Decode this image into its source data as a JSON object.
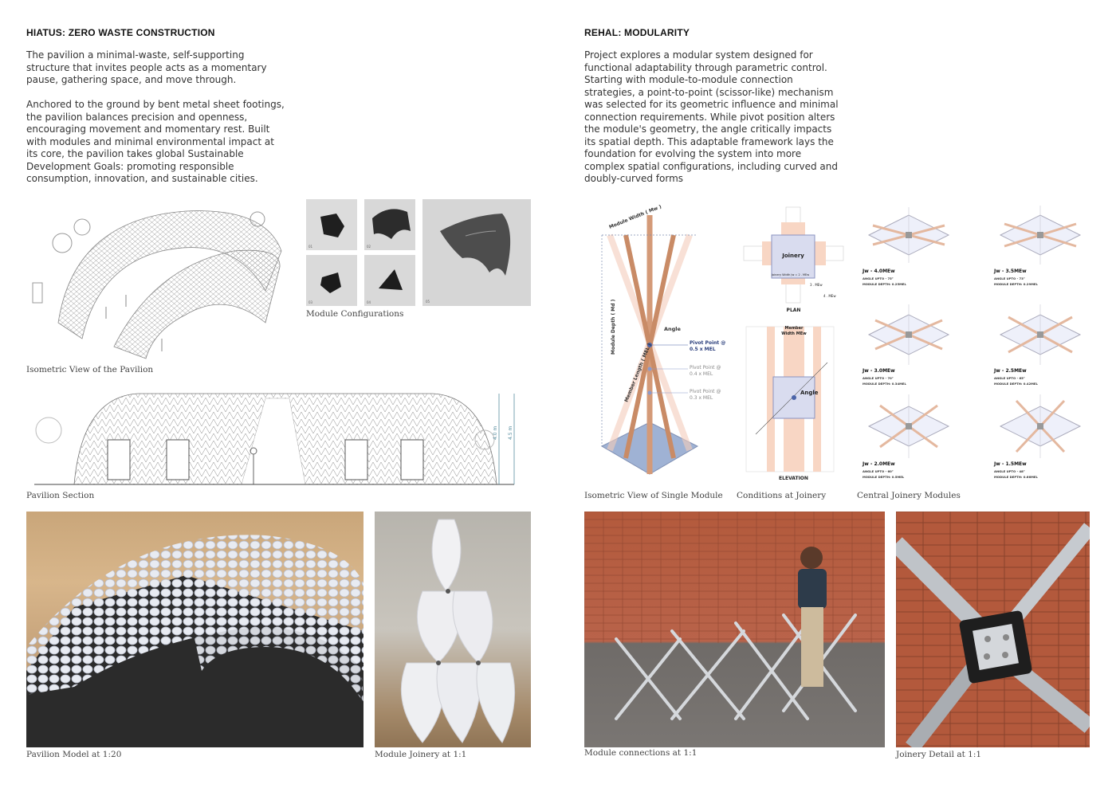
{
  "left": {
    "title": "HIATUS: ZERO WASTE CONSTRUCTION",
    "para1": "The pavilion a minimal-waste, self-supporting structure that invites people acts as a momentary pause, gathering space, and move through.",
    "para2": "Anchored to the ground by bent metal sheet footings, the pavilion balances precision and openness, encouraging movement and momentary rest. Built with modules and minimal environmental impact at its core, the pavilion takes global Sustainable Development Goals: promoting responsible consumption, innovation, and sustainable cities.",
    "captions": {
      "isometric": "Isometric View of the Pavilion",
      "modules": "Module Configurations",
      "section": "Pavilion Section",
      "model": "Pavilion Model at 1:20",
      "joinery": "Module Joinery at 1:1"
    },
    "module_labels": [
      "01",
      "02",
      "03",
      "04",
      "05"
    ],
    "section_dims": [
      "4.0 m",
      "4.5 m"
    ]
  },
  "right": {
    "title": "REHAL: MODULARITY",
    "para": "Project explores a modular system designed for functional adaptability through parametric control. Starting with module-to-module connection strategies, a point-to-point (scissor-like) mechanism was selected for its geometric influence and minimal connection requirements. While pivot position alters the module's geometry, the angle critically impacts its spatial depth. This adaptable framework lays the foundation for evolving the system into more complex spatial configurations, including curved and doubly-curved forms",
    "captions": {
      "single": "Isometric View of Single Module",
      "conditions": "Conditions at Joinery",
      "central": "Central Joinery Modules",
      "connections": "Module connections at 1:1",
      "detail": "Joinery Detail at 1:1"
    },
    "module_diagram": {
      "width": "Module Width ( Mw )",
      "depth": "Module Depth ( Md )",
      "length": "Member Length ( MEL )",
      "angle": "Angle",
      "pivots": [
        "Pivot Point @ 0.5 x MEL",
        "Pivot Point @ 0.4 x MEL",
        "Pivot Point @ 0.3 x MEL"
      ]
    },
    "joinery_diagram": {
      "joinery": "Joinery",
      "joinery_width": "Joinery Width Jw = 2 . MEw",
      "dim1": "3 . MEw",
      "dim2": "4 . MEw",
      "plan": "PLAN",
      "member_width": "Member Width MEw",
      "angle": "Angle",
      "elevation": "ELEVATION"
    },
    "modules": [
      {
        "jw": "Jw - 4.0MEw",
        "angle": "ANGLE UPTO - 75°",
        "depth": "MODULE DEPTH: 0.25MEL"
      },
      {
        "jw": "Jw - 3.5MEw",
        "angle": "ANGLE UPTO - 73°",
        "depth": "MODULE DEPTH: 0.29MEL"
      },
      {
        "jw": "Jw - 3.0MEw",
        "angle": "ANGLE UPTO - 70°",
        "depth": "MODULE DEPTH: 0.34MEL"
      },
      {
        "jw": "Jw - 2.5MEw",
        "angle": "ANGLE UPTO - 65°",
        "depth": "MODULE DEPTH: 0.42MEL"
      },
      {
        "jw": "Jw - 2.0MEw",
        "angle": "ANGLE UPTO - 60°",
        "depth": "MODULE DEPTH: 0.5MEL"
      },
      {
        "jw": "Jw - 1.5MEw",
        "angle": "ANGLE UPTO - 48°",
        "depth": "MODULE DEPTH: 0.66MEL"
      }
    ]
  }
}
